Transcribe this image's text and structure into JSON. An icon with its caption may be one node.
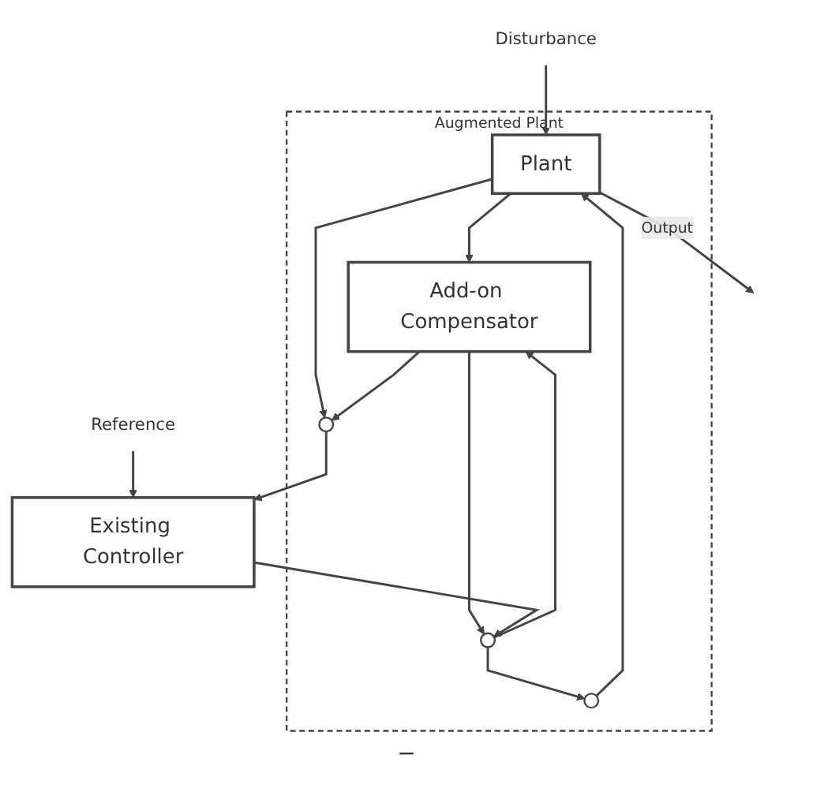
{
  "diagram": {
    "nodes": [
      {
        "text": [
          "Disturbance"
        ]
      },
      {
        "text": [
          "Augmented Plant"
        ]
      },
      {
        "text": [
          "Plant"
        ],
        "in": 1
      },
      {
        "text": [],
        "shape": "circle",
        "in": 1
      },
      {
        "text": [
          "Add-on Compensator"
        ],
        "in": 1
      },
      {
        "text": [],
        "shape": "circle",
        "in": 1
      },
      {
        "text": [],
        "shape": "circle",
        "in": 1
      },
      {
        "text": [
          "Existing Controller"
        ]
      },
      {
        "text": [
          "Reference"
        ]
      }
    ],
    "edges": [
      {
        "from": 0,
        "to": 2,
        "arrow": "to"
      },
      {
        "from": 3,
        "to": 2,
        "arrow": "to"
      },
      {
        "from": 2,
        "to": null,
        "arrow": "to",
        "label": "Output"
      },
      {
        "from": 2,
        "to": 4,
        "arrow": "to"
      },
      {
        "from": 2,
        "to": 6,
        "arrow": "to"
      },
      {
        "from": 4,
        "to": 6,
        "arrow": "to"
      },
      {
        "from": 4,
        "to": 5,
        "arrow": "to"
      },
      {
        "from": 5,
        "to": 3,
        "arrow": "to"
      },
      {
        "from": 5,
        "to": 4,
        "arrow": "to"
      },
      {
        "from": 6,
        "to": 7,
        "arrow": "to"
      },
      {
        "from": 7,
        "to": 5,
        "arrow": "to"
      },
      {
        "from": 8,
        "to": 7,
        "arrow": "to"
      }
    ],
    "labels": [
      "−"
    ]
  }
}
